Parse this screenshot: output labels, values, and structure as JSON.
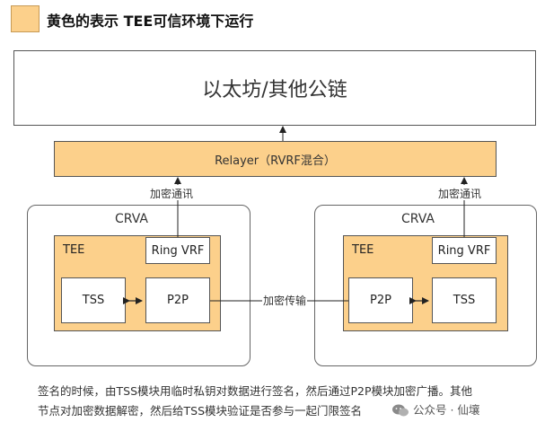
{
  "legend": {
    "color": "#fcd08b",
    "text": "黄色的表示 TEE可信环境下运行"
  },
  "chain": {
    "label": "以太坊/其他公链"
  },
  "relayer": {
    "label": "Relayer（RVRF混合）"
  },
  "left_node": {
    "title": "CRVA",
    "tee_label": "TEE",
    "ring_vrf": "Ring VRF",
    "tss": "TSS",
    "p2p": "P2P",
    "edge_label": "加密通讯"
  },
  "right_node": {
    "title": "CRVA",
    "tee_label": "TEE",
    "ring_vrf": "Ring VRF",
    "tss": "TSS",
    "p2p": "P2P",
    "edge_label": "加密通讯"
  },
  "middle_edge_label": "加密传输",
  "caption": {
    "line1": "签名的时候，由TSS模块用临时私钥对数据进行签名，然后通过P2P模块加密广播。其他",
    "line2": "节点对加密数据解密，然后给TSS模块验证是否参与一起门限签名"
  },
  "watermark": {
    "icon": "wechat-icon",
    "text": "公众号 · 仙壤"
  }
}
